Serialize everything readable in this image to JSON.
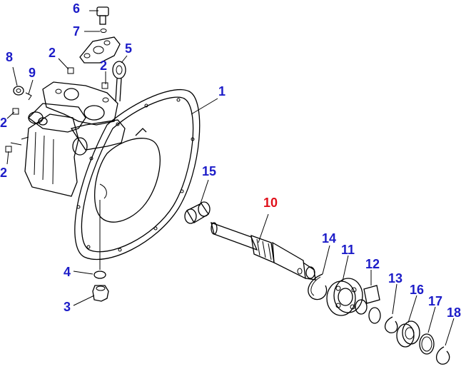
{
  "colors": {
    "callout": "#1c1cc8",
    "highlight": "#e0101a",
    "line": "#000000"
  },
  "callouts": [
    {
      "id": "6",
      "text": "6",
      "highlight": false
    },
    {
      "id": "7",
      "text": "7",
      "highlight": false
    },
    {
      "id": "8",
      "text": "8",
      "highlight": false
    },
    {
      "id": "9",
      "text": "9",
      "highlight": false
    },
    {
      "id": "2a",
      "text": "2",
      "highlight": false
    },
    {
      "id": "2b",
      "text": "2",
      "highlight": false
    },
    {
      "id": "2c",
      "text": "2",
      "highlight": false
    },
    {
      "id": "2d",
      "text": "2",
      "highlight": false
    },
    {
      "id": "5",
      "text": "5",
      "highlight": false
    },
    {
      "id": "1",
      "text": "1",
      "highlight": false
    },
    {
      "id": "15",
      "text": "15",
      "highlight": false
    },
    {
      "id": "10",
      "text": "10",
      "highlight": true
    },
    {
      "id": "4",
      "text": "4",
      "highlight": false
    },
    {
      "id": "3",
      "text": "3",
      "highlight": false
    },
    {
      "id": "14",
      "text": "14",
      "highlight": false
    },
    {
      "id": "11",
      "text": "11",
      "highlight": false
    },
    {
      "id": "12",
      "text": "12",
      "highlight": false
    },
    {
      "id": "13",
      "text": "13",
      "highlight": false
    },
    {
      "id": "16",
      "text": "16",
      "highlight": false
    },
    {
      "id": "17",
      "text": "17",
      "highlight": false
    },
    {
      "id": "18",
      "text": "18",
      "highlight": false
    }
  ]
}
